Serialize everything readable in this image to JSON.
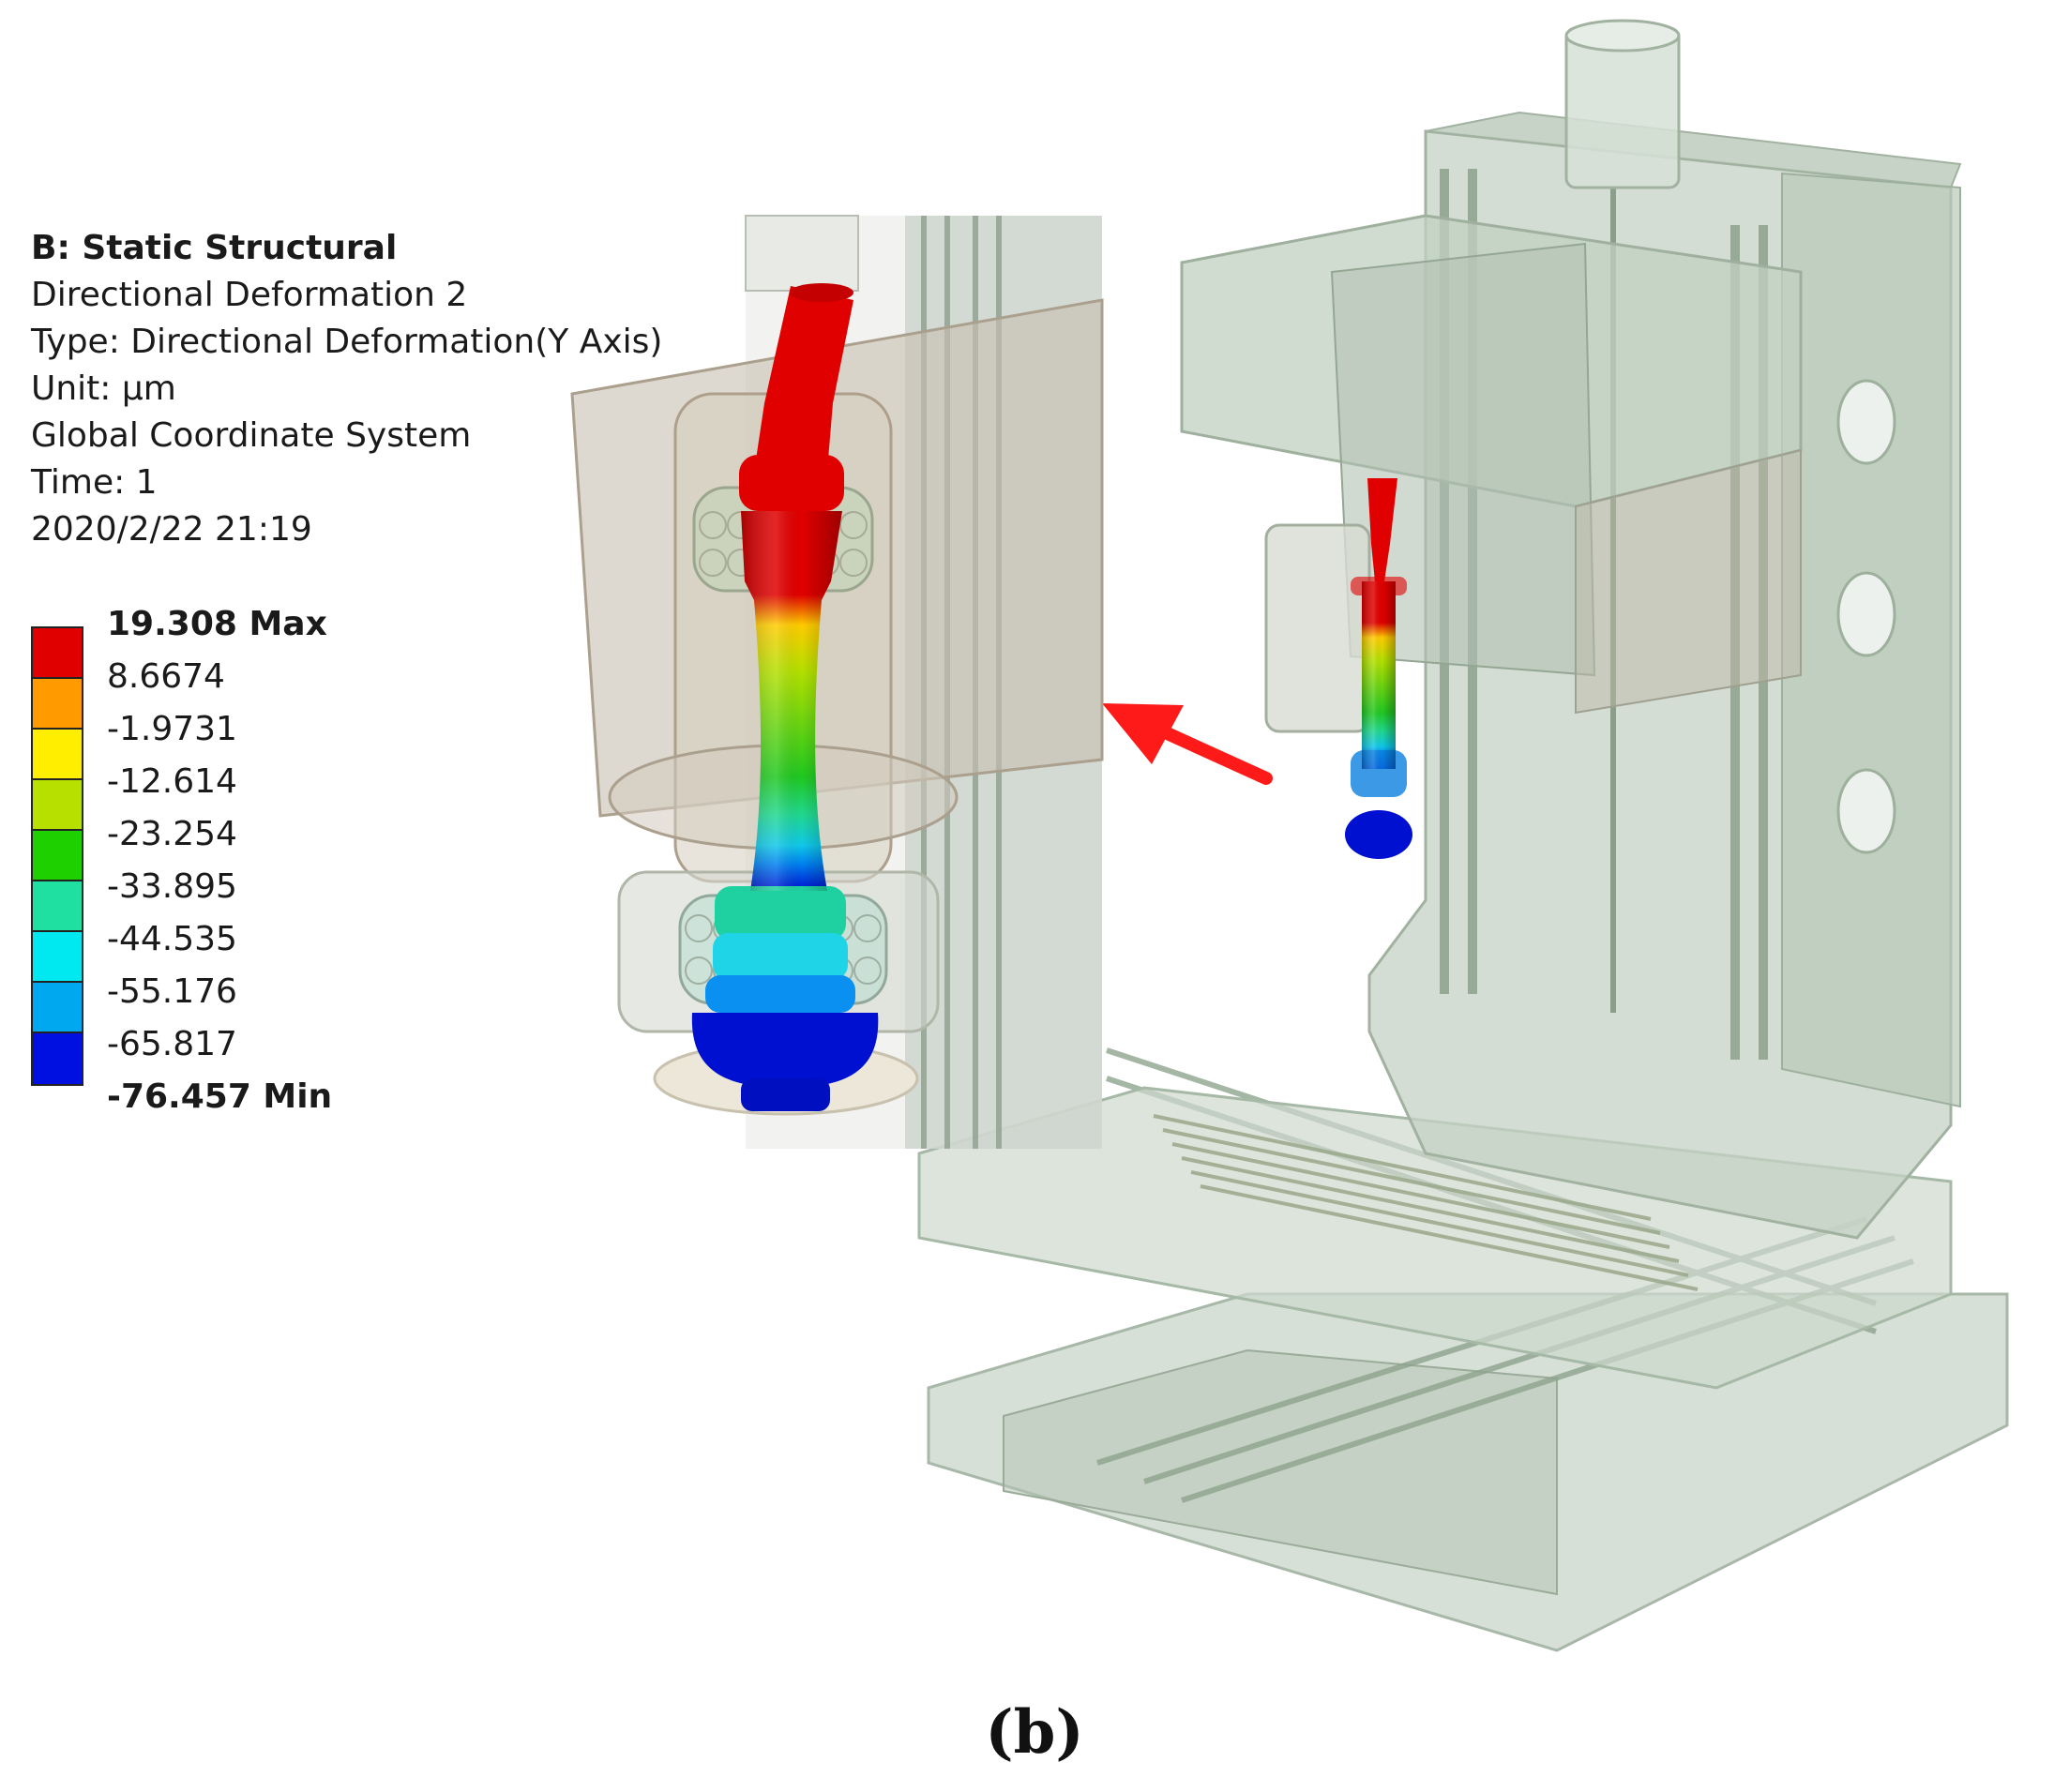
{
  "info": {
    "title": "B: Static Structural",
    "lines": [
      "Directional Deformation 2",
      "Type: Directional Deformation(Y Axis)",
      "Unit: µm",
      "Global Coordinate System",
      "Time: 1",
      "2020/2/22 21:19"
    ]
  },
  "legend": {
    "max_label": "19.308 Max",
    "min_label": "-76.457 Min",
    "values": [
      "8.6674",
      "-1.9731",
      "-12.614",
      "-23.254",
      "-33.895",
      "-44.535",
      "-55.176",
      "-65.817"
    ],
    "colors": [
      "#e00000",
      "#ff9a00",
      "#ffee00",
      "#b7e000",
      "#1fd000",
      "#1fe0a0",
      "#00e8f0",
      "#00a8f0",
      "#0010e0"
    ]
  },
  "caption": "(b)"
}
